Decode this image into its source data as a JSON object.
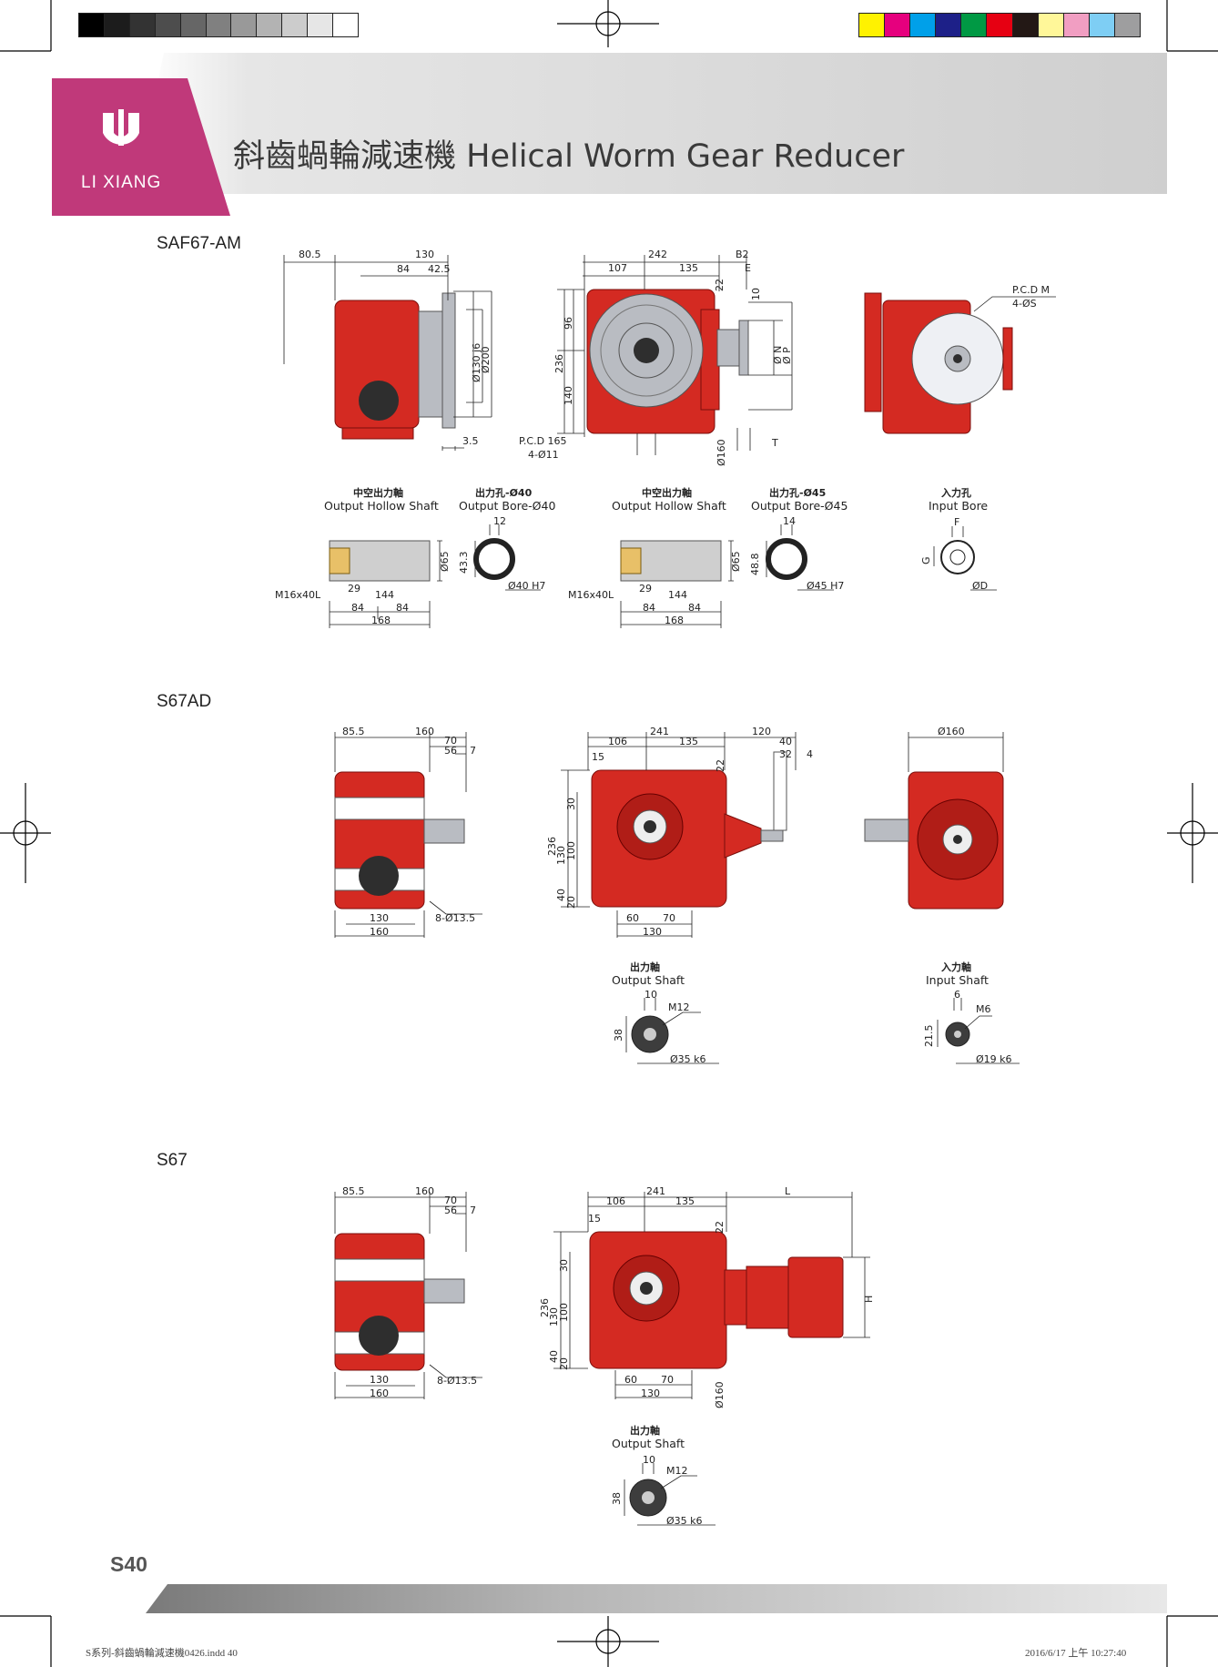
{
  "header": {
    "brand": "LI XIANG",
    "title": "斜齒蝸輪減速機 Helical Worm Gear Reducer"
  },
  "sections": [
    {
      "title": "SAF67-AM",
      "view1": {
        "dims": [
          "80.5",
          "130",
          "84",
          "42.5",
          "Ø130 j6",
          "Ø200",
          "3.5"
        ]
      },
      "view2": {
        "dims": [
          "242",
          "107",
          "135",
          "B2",
          "E",
          "22",
          "10",
          "96",
          "236",
          "140",
          "Ø N",
          "Ø P",
          "Ø160",
          "T",
          "P.C.D 165",
          "4-Ø11"
        ]
      },
      "view3": {
        "dims": [
          "P.C.D M",
          "4-ØS"
        ]
      },
      "details": [
        {
          "cn": "中空出力軸",
          "en": "Output Hollow Shaft",
          "dims": [
            "Ø65",
            "M16x40L",
            "29",
            "144",
            "84",
            "84",
            "168"
          ]
        },
        {
          "cn": "出力孔-Ø40",
          "en": "Output Bore-Ø40",
          "dims": [
            "12",
            "43.3",
            "Ø40 H7"
          ]
        },
        {
          "cn": "中空出力軸",
          "en": "Output Hollow Shaft",
          "dims": [
            "Ø65",
            "M16x40L",
            "29",
            "144",
            "84",
            "84",
            "168"
          ]
        },
        {
          "cn": "出力孔-Ø45",
          "en": "Output Bore-Ø45",
          "dims": [
            "14",
            "48.8",
            "Ø45 H7"
          ]
        },
        {
          "cn": "入力孔",
          "en": "Input Bore",
          "dims": [
            "F",
            "G",
            "ØD"
          ]
        }
      ]
    },
    {
      "title": "S67AD",
      "view1": {
        "dims": [
          "85.5",
          "160",
          "70",
          "56",
          "7",
          "130",
          "160",
          "8-Ø13.5"
        ]
      },
      "view2": {
        "dims": [
          "241",
          "120",
          "106",
          "135",
          "40",
          "32",
          "4",
          "15",
          "22",
          "236",
          "130",
          "30",
          "100",
          "40",
          "20",
          "60",
          "70",
          "130"
        ]
      },
      "view3": {
        "dims": [
          "Ø160"
        ]
      },
      "details": [
        {
          "cn": "出力軸",
          "en": "Output Shaft",
          "dims": [
            "10",
            "M12",
            "38",
            "Ø35 k6"
          ]
        },
        {
          "cn": "入力軸",
          "en": "Input Shaft",
          "dims": [
            "6",
            "M6",
            "21.5",
            "Ø19 k6"
          ]
        }
      ]
    },
    {
      "title": "S67",
      "view1": {
        "dims": [
          "85.5",
          "160",
          "70",
          "56",
          "7",
          "130",
          "160",
          "8-Ø13.5"
        ]
      },
      "view2": {
        "dims": [
          "241",
          "L",
          "106",
          "135",
          "15",
          "22",
          "236",
          "130",
          "30",
          "100",
          "40",
          "20",
          "H",
          "60",
          "70",
          "130",
          "Ø160"
        ]
      },
      "details": [
        {
          "cn": "出力軸",
          "en": "Output Shaft",
          "dims": [
            "10",
            "M12",
            "38",
            "Ø35 k6"
          ]
        }
      ]
    }
  ],
  "page_number": "S40",
  "footer": {
    "file": "S系列-斜齒蝸輪減速機0426.indd   40",
    "timestamp": "2016/6/17   上午 10:27:40"
  },
  "colors": {
    "brand": "#c0397a",
    "gear_red": "#d42a22"
  }
}
